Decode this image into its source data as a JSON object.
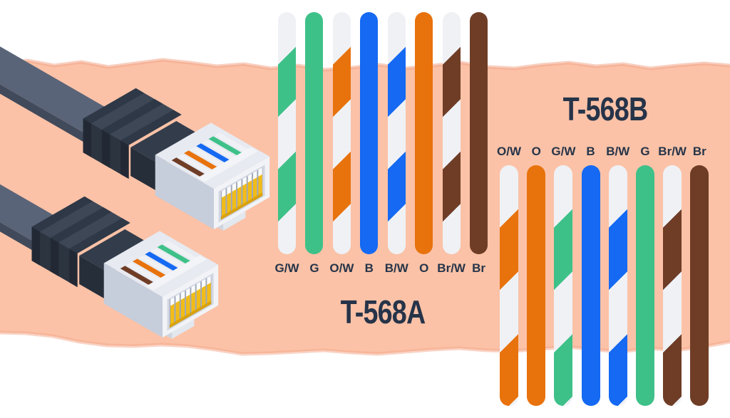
{
  "page": {
    "description": "Ethernet cable T-568A and T-568B wiring color-code diagram",
    "background_color": "#ffffff"
  },
  "band": {
    "color": "#FBC2A7",
    "edge_color": "#F3A88C"
  },
  "text_color": "#263449",
  "wire_colors": {
    "white": "#EFF1F5",
    "green": "#3EC189",
    "blue": "#1569F2",
    "orange": "#E8720C",
    "brown": "#6F3D26"
  },
  "illustration": {
    "name": "two RJ45 ethernet cable connectors",
    "cable_color": "#5A6478",
    "boot_color": "#3E4756",
    "head_color": "#E7EAF1",
    "pin_color": "#F2BC17"
  },
  "diagrams": [
    {
      "id": "t568a",
      "title": "T-568A",
      "label_position": "below",
      "wires": [
        {
          "label": "G/W",
          "pattern": "striped",
          "color": "green"
        },
        {
          "label": "G",
          "pattern": "solid",
          "color": "green"
        },
        {
          "label": "O/W",
          "pattern": "striped",
          "color": "orange"
        },
        {
          "label": "B",
          "pattern": "solid",
          "color": "blue"
        },
        {
          "label": "B/W",
          "pattern": "striped",
          "color": "blue"
        },
        {
          "label": "O",
          "pattern": "solid",
          "color": "orange"
        },
        {
          "label": "Br/W",
          "pattern": "striped",
          "color": "brown"
        },
        {
          "label": "Br",
          "pattern": "solid",
          "color": "brown"
        }
      ]
    },
    {
      "id": "t568b",
      "title": "T-568B",
      "label_position": "above",
      "wires": [
        {
          "label": "O/W",
          "pattern": "striped",
          "color": "orange"
        },
        {
          "label": "O",
          "pattern": "solid",
          "color": "orange"
        },
        {
          "label": "G/W",
          "pattern": "striped",
          "color": "green"
        },
        {
          "label": "B",
          "pattern": "solid",
          "color": "blue"
        },
        {
          "label": "B/W",
          "pattern": "striped",
          "color": "blue"
        },
        {
          "label": "G",
          "pattern": "solid",
          "color": "green"
        },
        {
          "label": "Br/W",
          "pattern": "striped",
          "color": "brown"
        },
        {
          "label": "Br",
          "pattern": "solid",
          "color": "brown"
        }
      ]
    }
  ]
}
